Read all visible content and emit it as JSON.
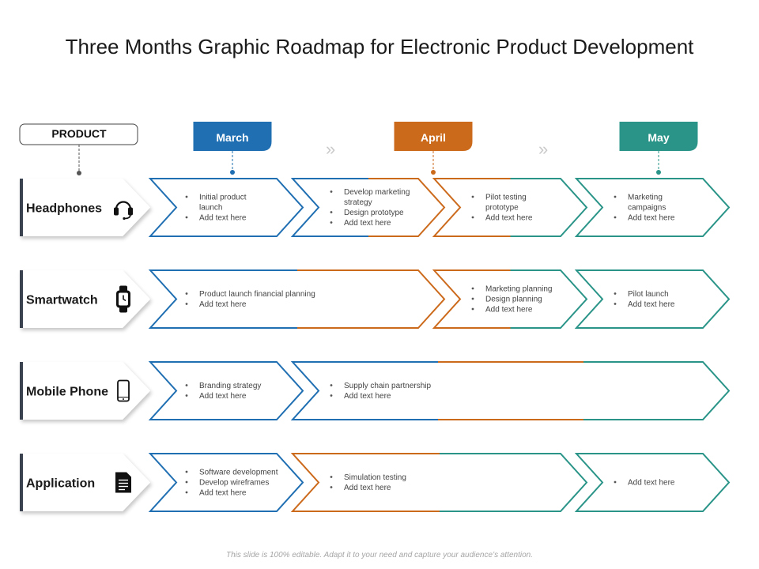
{
  "title": "Three Months Graphic Roadmap for Electronic Product Development",
  "footer": "This slide is 100% editable. Adapt it to your need and capture your audience’s attention.",
  "product_header": "PRODUCT",
  "colors": {
    "march": "#1f6fb2",
    "april": "#cc6a1c",
    "may": "#2a9488"
  },
  "months": [
    {
      "label": "March",
      "color_key": "march"
    },
    {
      "label": "April",
      "color_key": "april"
    },
    {
      "label": "May",
      "color_key": "may"
    }
  ],
  "rows": [
    {
      "name": "Headphones",
      "icon": "headphones-icon",
      "boxes": [
        {
          "col_start": 0,
          "col_end": 0,
          "colors": [
            "march"
          ],
          "items": [
            "Initial product",
            "launch",
            "Add text here"
          ],
          "bullets": [
            true,
            false,
            true
          ]
        },
        {
          "col_start": 1,
          "col_end": 1,
          "colors": [
            "march",
            "april"
          ],
          "items": [
            "Develop marketing",
            "strategy",
            "Design prototype",
            "Add text here"
          ],
          "bullets": [
            true,
            false,
            true,
            true
          ]
        },
        {
          "col_start": 2,
          "col_end": 2,
          "colors": [
            "april",
            "may"
          ],
          "items": [
            "Pilot testing",
            "prototype",
            "Add text here"
          ],
          "bullets": [
            true,
            false,
            true
          ]
        },
        {
          "col_start": 3,
          "col_end": 3,
          "colors": [
            "may"
          ],
          "items": [
            "Marketing",
            "campaigns",
            "Add text here"
          ],
          "bullets": [
            true,
            false,
            true
          ]
        }
      ]
    },
    {
      "name": "Smartwatch",
      "icon": "smartwatch-icon",
      "boxes": [
        {
          "col_start": 0,
          "col_end": 1,
          "colors": [
            "march",
            "april"
          ],
          "items": [
            "Product launch financial planning",
            "Add text here"
          ],
          "bullets": [
            true,
            true
          ]
        },
        {
          "col_start": 2,
          "col_end": 2,
          "colors": [
            "april",
            "may"
          ],
          "items": [
            "Marketing planning",
            "Design planning",
            "Add text here"
          ],
          "bullets": [
            true,
            true,
            true
          ]
        },
        {
          "col_start": 3,
          "col_end": 3,
          "colors": [
            "may"
          ],
          "items": [
            "Pilot launch",
            "Add text here"
          ],
          "bullets": [
            true,
            true
          ]
        }
      ]
    },
    {
      "name": "Mobile Phone",
      "icon": "mobile-phone-icon",
      "boxes": [
        {
          "col_start": 0,
          "col_end": 0,
          "colors": [
            "march"
          ],
          "items": [
            "Branding strategy",
            "Add text here"
          ],
          "bullets": [
            true,
            true
          ]
        },
        {
          "col_start": 1,
          "col_end": 3,
          "colors": [
            "march",
            "april",
            "may"
          ],
          "items": [
            "Supply chain partnership",
            "Add text here"
          ],
          "bullets": [
            true,
            true
          ]
        }
      ]
    },
    {
      "name": "Application",
      "icon": "document-icon",
      "boxes": [
        {
          "col_start": 0,
          "col_end": 0,
          "colors": [
            "march"
          ],
          "items": [
            "Software development",
            "Develop wireframes",
            "Add text here"
          ],
          "bullets": [
            true,
            true,
            true
          ]
        },
        {
          "col_start": 1,
          "col_end": 2,
          "colors": [
            "april",
            "may"
          ],
          "items": [
            "Simulation testing",
            "Add text here"
          ],
          "bullets": [
            true,
            true
          ]
        },
        {
          "col_start": 3,
          "col_end": 3,
          "colors": [
            "may"
          ],
          "items": [
            "Add text here"
          ],
          "bullets": [
            true
          ]
        }
      ]
    }
  ]
}
